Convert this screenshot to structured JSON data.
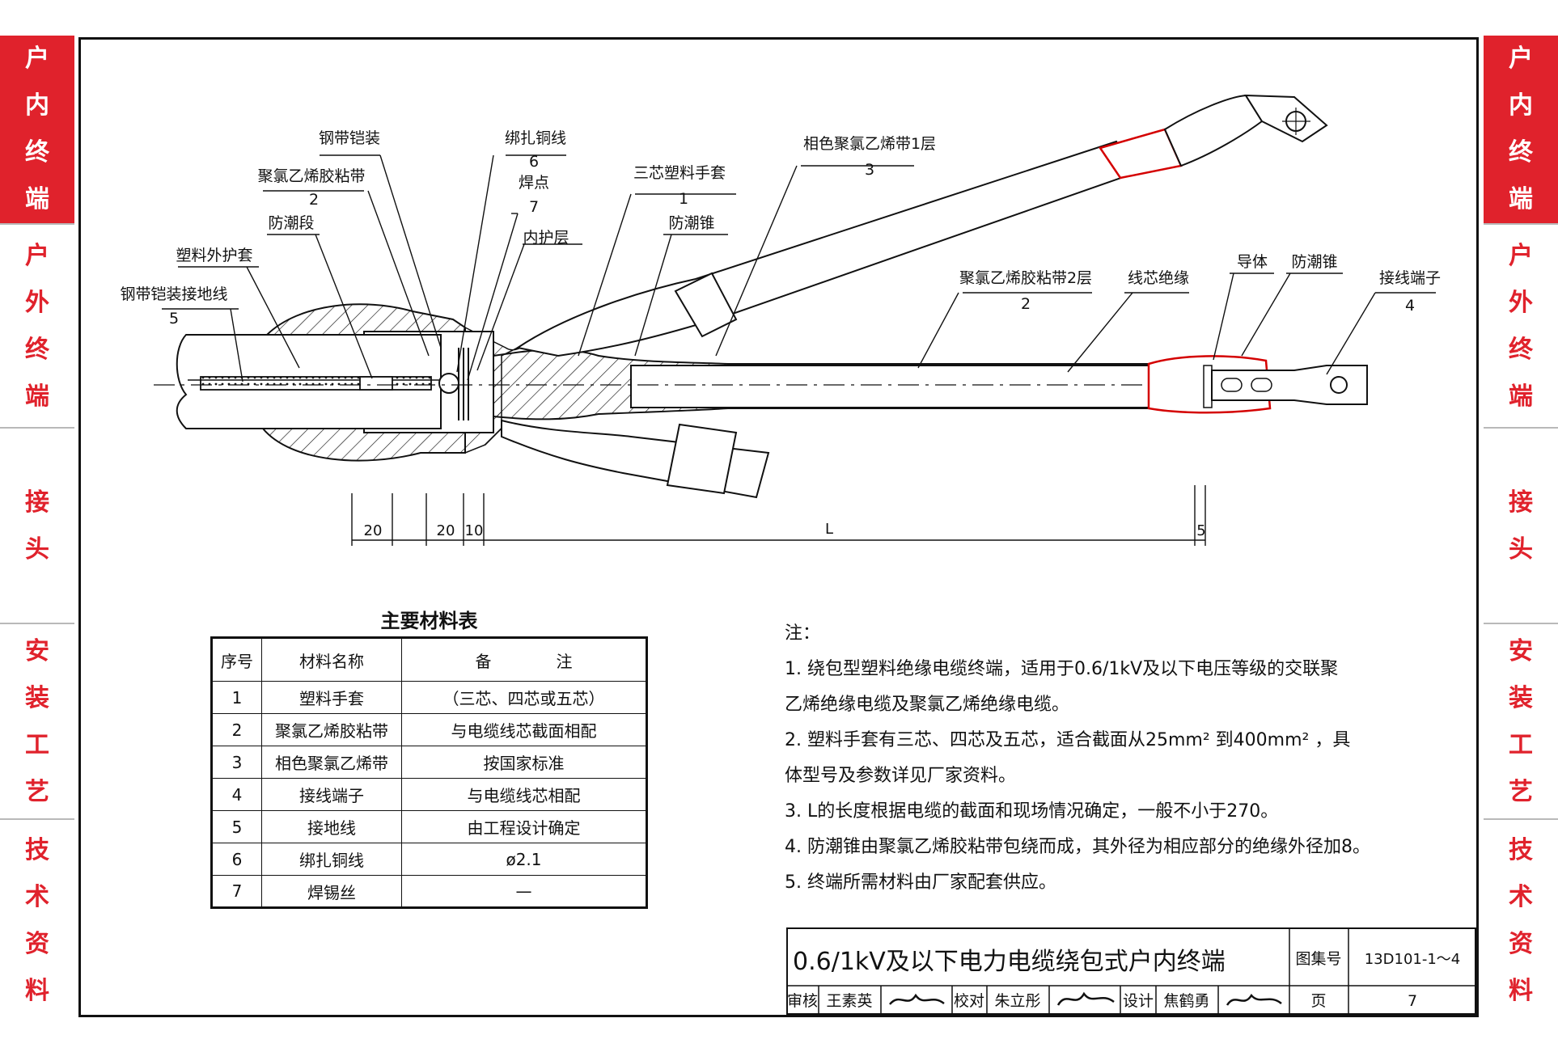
{
  "side_tabs": [
    {
      "id": "indoor",
      "chars": [
        "户",
        "内",
        "终",
        "端"
      ],
      "active": true
    },
    {
      "id": "outdoor",
      "chars": [
        "户",
        "外",
        "终",
        "端"
      ],
      "active": false
    },
    {
      "id": "joint",
      "chars": [
        "接",
        "头"
      ],
      "active": false
    },
    {
      "id": "install",
      "chars": [
        "安",
        "装",
        "工",
        "艺"
      ],
      "active": false
    },
    {
      "id": "tech",
      "chars": [
        "技",
        "术",
        "资",
        "料"
      ],
      "active": false
    }
  ],
  "colors": {
    "accent": "#e0222c",
    "line": "#111111",
    "red_line": "#d40000"
  },
  "drawing": {
    "labels": {
      "steel_armor": "钢带铠装",
      "pvc_tape": "聚氯乙烯胶粘带",
      "pvc_tape_num": "2",
      "moisture_section": "防潮段",
      "plastic_sheath": "塑料外护套",
      "ground_wire": "钢带铠装接地线",
      "ground_wire_num": "5",
      "binding_wire": "绑扎铜线",
      "binding_wire_num": "6",
      "solder_point": "焊点",
      "solder_point_num": "7",
      "inner_sheath": "内护层",
      "glove": "三芯塑料手套",
      "glove_num": "1",
      "cone": "防潮锥",
      "color_tape": "相色聚氯乙烯带1层",
      "color_tape_num": "3",
      "pvc_tape2": "聚氯乙烯胶粘带2层",
      "pvc_tape2_num": "2",
      "core_insulation": "线芯绝缘",
      "conductor": "导体",
      "cone2": "防潮锥",
      "terminal": "接线端子",
      "terminal_num": "4"
    },
    "dims": {
      "d1": "20",
      "d2": "20",
      "d3": "10",
      "L": "L",
      "d4": "5"
    }
  },
  "materials_table": {
    "title": "主要材料表",
    "headers": [
      "序号",
      "材料名称",
      "备　　　　注"
    ],
    "rows": [
      [
        "1",
        "塑料手套",
        "（三芯、四芯或五芯）"
      ],
      [
        "2",
        "聚氯乙烯胶粘带",
        "与电缆线芯截面相配"
      ],
      [
        "3",
        "相色聚氯乙烯带",
        "按国家标准"
      ],
      [
        "4",
        "接线端子",
        "与电缆线芯相配"
      ],
      [
        "5",
        "接地线",
        "由工程设计确定"
      ],
      [
        "6",
        "绑扎铜线",
        "ø2.1"
      ],
      [
        "7",
        "焊锡丝",
        "—"
      ]
    ]
  },
  "notes": {
    "heading": "注：",
    "lines": [
      "1. 绕包型塑料绝缘电缆终端，适用于0.6/1kV及以下电压等级的交联聚",
      "    乙烯绝缘电缆及聚氯乙烯绝缘电缆。",
      "2. 塑料手套有三芯、四芯及五芯，适合截面从25mm² 到400mm² ，具",
      "    体型号及参数详见厂家资料。",
      "3. L的长度根据电缆的截面和现场情况确定，一般不小于270。",
      "4. 防潮锥由聚氯乙烯胶粘带包绕而成，其外径为相应部分的绝缘外径加8。",
      "5. 终端所需材料由厂家配套供应。"
    ]
  },
  "title_block": {
    "title": "0.6/1kV及以下电力电缆绕包式户内终端",
    "atlas_label": "图集号",
    "atlas_no": "13D101-1～4",
    "review_label": "审核",
    "reviewer": "王素英",
    "check_label": "校对",
    "checker": "朱立彤",
    "design_label": "设计",
    "designer": "焦鹤勇",
    "page_label": "页",
    "page_no": "7"
  }
}
